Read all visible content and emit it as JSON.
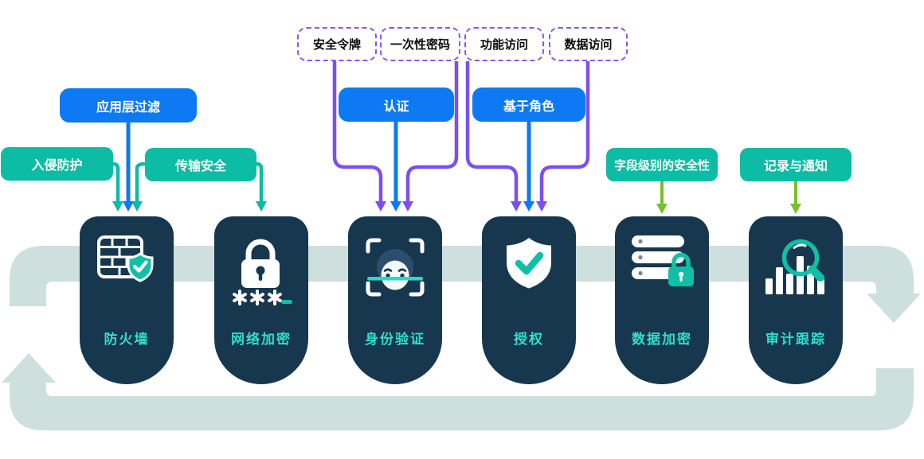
{
  "diagram_type": "security-architecture-cycle",
  "colors": {
    "pillar_navy": "#17374f",
    "pillar_label_teal": "#31decb",
    "button_blue": "#0d79f2",
    "button_teal": "#0dbca4",
    "tag_border_purple": "#8457f6",
    "arrow_purple": "#7c4ff0",
    "arrow_green": "#79c028",
    "arrow_teal": "#0dbca4",
    "arrow_blue": "#0d79f2",
    "cycle_band": "#cde0dd",
    "icon_accent_teal": "#10bfa6",
    "background": "#ffffff"
  },
  "tags": [
    {
      "label": "安全令牌"
    },
    {
      "label": "一次性密码"
    },
    {
      "label": "功能访问"
    },
    {
      "label": "数据访问"
    }
  ],
  "blue_buttons": [
    {
      "label": "应用层过滤"
    },
    {
      "label": "认证"
    },
    {
      "label": "基于角色"
    }
  ],
  "teal_buttons": [
    {
      "label": "入侵防护"
    },
    {
      "label": "传输安全"
    },
    {
      "label": "字段级别的安全性"
    },
    {
      "label": "记录与通知"
    }
  ],
  "pillars": [
    {
      "label": "防火墙",
      "icon": "firewall-shield-icon"
    },
    {
      "label": "网络加密",
      "icon": "padlock-password-icon"
    },
    {
      "label": "身份验证",
      "icon": "face-scan-icon"
    },
    {
      "label": "授权",
      "icon": "shield-check-icon"
    },
    {
      "label": "数据加密",
      "icon": "server-lock-icon"
    },
    {
      "label": "审计跟踪",
      "icon": "bar-chart-magnifier-icon"
    }
  ],
  "connections": [
    {
      "from": "入侵防护",
      "to": "防火墙",
      "color": "teal"
    },
    {
      "from": "应用层过滤",
      "to": "防火墙",
      "color": "blue"
    },
    {
      "from": "传输安全",
      "to": "防火墙",
      "color": "teal"
    },
    {
      "from": "传输安全",
      "to": "网络加密",
      "color": "teal"
    },
    {
      "from": "安全令牌",
      "to": "身份验证",
      "color": "purple"
    },
    {
      "from": "认证",
      "to": "身份验证",
      "color": "blue"
    },
    {
      "from": "一次性密码",
      "to": "身份验证",
      "color": "purple"
    },
    {
      "from": "功能访问",
      "to": "授权",
      "color": "purple"
    },
    {
      "from": "基于角色",
      "to": "授权",
      "color": "blue"
    },
    {
      "from": "数据访问",
      "to": "授权",
      "color": "purple"
    },
    {
      "from": "字段级别的安全性",
      "to": "数据加密",
      "color": "green"
    },
    {
      "from": "记录与通知",
      "to": "审计跟踪",
      "color": "green"
    }
  ],
  "cycle_band": {
    "direction": "clockwise",
    "arrows": [
      "down-right",
      "up-left"
    ]
  }
}
